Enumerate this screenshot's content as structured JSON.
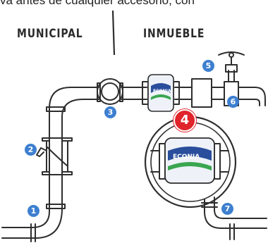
{
  "intro_text": "va antes de cualquier accesorio, con",
  "headings": {
    "left": "MUNICIPAL",
    "right": "INMUEBLE"
  },
  "filter_brand": "ECONIA",
  "markers": [
    "1",
    "2",
    "3",
    "4",
    "5",
    "6",
    "7"
  ],
  "colors": {
    "pipe_stroke": "#2e2e2e",
    "marker_blue": "#3d7fd0",
    "marker_red": "#e0242b",
    "filter_blue": "#2a4e9c",
    "filter_green": "#3aa650"
  }
}
